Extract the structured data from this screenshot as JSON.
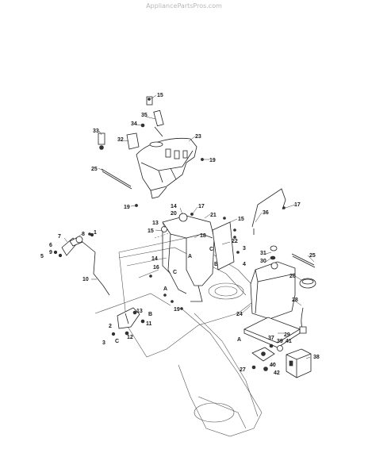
{
  "watermark": "AppliancePartsPros.com",
  "callouts": [
    {
      "id": "c15a",
      "text": "15"
    },
    {
      "id": "c35",
      "text": "35"
    },
    {
      "id": "c34",
      "text": "34"
    },
    {
      "id": "c33",
      "text": "33"
    },
    {
      "id": "c32",
      "text": "32"
    },
    {
      "id": "c23",
      "text": "23"
    },
    {
      "id": "c19a",
      "text": "19"
    },
    {
      "id": "c25a",
      "text": "25"
    },
    {
      "id": "c19b",
      "text": "19"
    },
    {
      "id": "c14a",
      "text": "14"
    },
    {
      "id": "c20",
      "text": "20"
    },
    {
      "id": "c17a",
      "text": "17"
    },
    {
      "id": "c13a",
      "text": "13"
    },
    {
      "id": "c21",
      "text": "21"
    },
    {
      "id": "c15b",
      "text": "15"
    },
    {
      "id": "c18",
      "text": "18"
    },
    {
      "id": "c36",
      "text": "36"
    },
    {
      "id": "c17b",
      "text": "17"
    },
    {
      "id": "c15c",
      "text": "15"
    },
    {
      "id": "c22",
      "text": "22"
    },
    {
      "id": "c3a",
      "text": "3"
    },
    {
      "id": "c4",
      "text": "4"
    },
    {
      "id": "c14b",
      "text": "14"
    },
    {
      "id": "c16",
      "text": "16"
    },
    {
      "id": "c31",
      "text": "31"
    },
    {
      "id": "c30",
      "text": "30"
    },
    {
      "id": "c25b",
      "text": "25"
    },
    {
      "id": "c26",
      "text": "26"
    },
    {
      "id": "c7",
      "text": "7"
    },
    {
      "id": "c8",
      "text": "8"
    },
    {
      "id": "c1",
      "text": "1"
    },
    {
      "id": "c6",
      "text": "6"
    },
    {
      "id": "c9",
      "text": "9"
    },
    {
      "id": "c5",
      "text": "5"
    },
    {
      "id": "c10",
      "text": "10"
    },
    {
      "id": "c19c",
      "text": "19"
    },
    {
      "id": "c24",
      "text": "24"
    },
    {
      "id": "c28",
      "text": "28"
    },
    {
      "id": "c29",
      "text": "29"
    },
    {
      "id": "c13b",
      "text": "13"
    },
    {
      "id": "c2",
      "text": "2"
    },
    {
      "id": "c11",
      "text": "11"
    },
    {
      "id": "c3b",
      "text": "3"
    },
    {
      "id": "c12",
      "text": "12"
    },
    {
      "id": "c37",
      "text": "37"
    },
    {
      "id": "c39",
      "text": "39"
    },
    {
      "id": "c41",
      "text": "41"
    },
    {
      "id": "c38",
      "text": "38"
    },
    {
      "id": "c40",
      "text": "40"
    },
    {
      "id": "c27",
      "text": "27"
    },
    {
      "id": "c42",
      "text": "42"
    }
  ],
  "ref_letters": [
    {
      "id": "lA1",
      "text": "A"
    },
    {
      "id": "lA2",
      "text": "A"
    },
    {
      "id": "lB1",
      "text": "B"
    },
    {
      "id": "lB2",
      "text": "B"
    },
    {
      "id": "lC1",
      "text": "C"
    },
    {
      "id": "lC2",
      "text": "C"
    },
    {
      "id": "lC3",
      "text": "C"
    },
    {
      "id": "lA3",
      "text": "A"
    }
  ]
}
